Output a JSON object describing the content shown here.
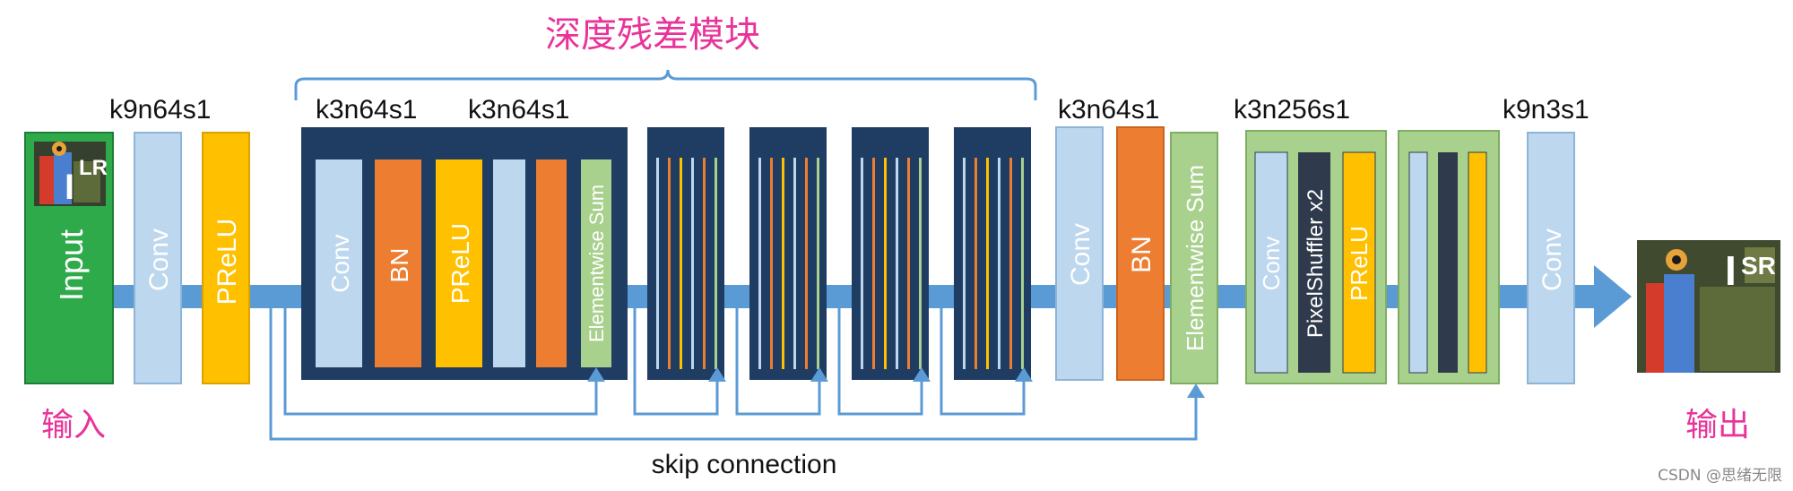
{
  "titles": {
    "residual_block": "深度残差模块",
    "input_cn": "输入",
    "output_cn": "输出",
    "skip": "skip connection",
    "watermark": "CSDN @思绪无限"
  },
  "kernel_labels": {
    "k9n64s1_a": "k9n64s1",
    "k3n64s1_a": "k3n64s1",
    "k3n64s1_b": "k3n64s1",
    "k3n64s1_c": "k3n64s1",
    "k3n256s1": "k3n256s1",
    "k9n3s1": "k9n3s1"
  },
  "blocks": {
    "input": "Input",
    "lr_label": "LR",
    "lr_i": "I",
    "conv1": "Conv",
    "prelu1": "PReLU",
    "res_conv": "Conv",
    "res_bn1": "BN",
    "res_prelu": "PReLU",
    "res_sum": "Elementwise Sum",
    "post_conv": "Conv",
    "post_bn": "BN",
    "post_sum": "Elementwise Sum",
    "up_conv": "Conv",
    "pixelshuffler": "PixelShuffler x2",
    "up_prelu": "PReLU",
    "final_conv": "Conv",
    "sr_label": "SR",
    "sr_i": "I"
  },
  "colors": {
    "dark_navy": "#1f3c62",
    "light_blue": "#bdd7ee",
    "orange": "#ed7d31",
    "yellow": "#ffc000",
    "light_green": "#a9d18e",
    "green": "#2eaa4a",
    "arrow_blue": "#5b9bd5",
    "pink": "#e8349a",
    "dark_slate": "#2f3b4c"
  }
}
